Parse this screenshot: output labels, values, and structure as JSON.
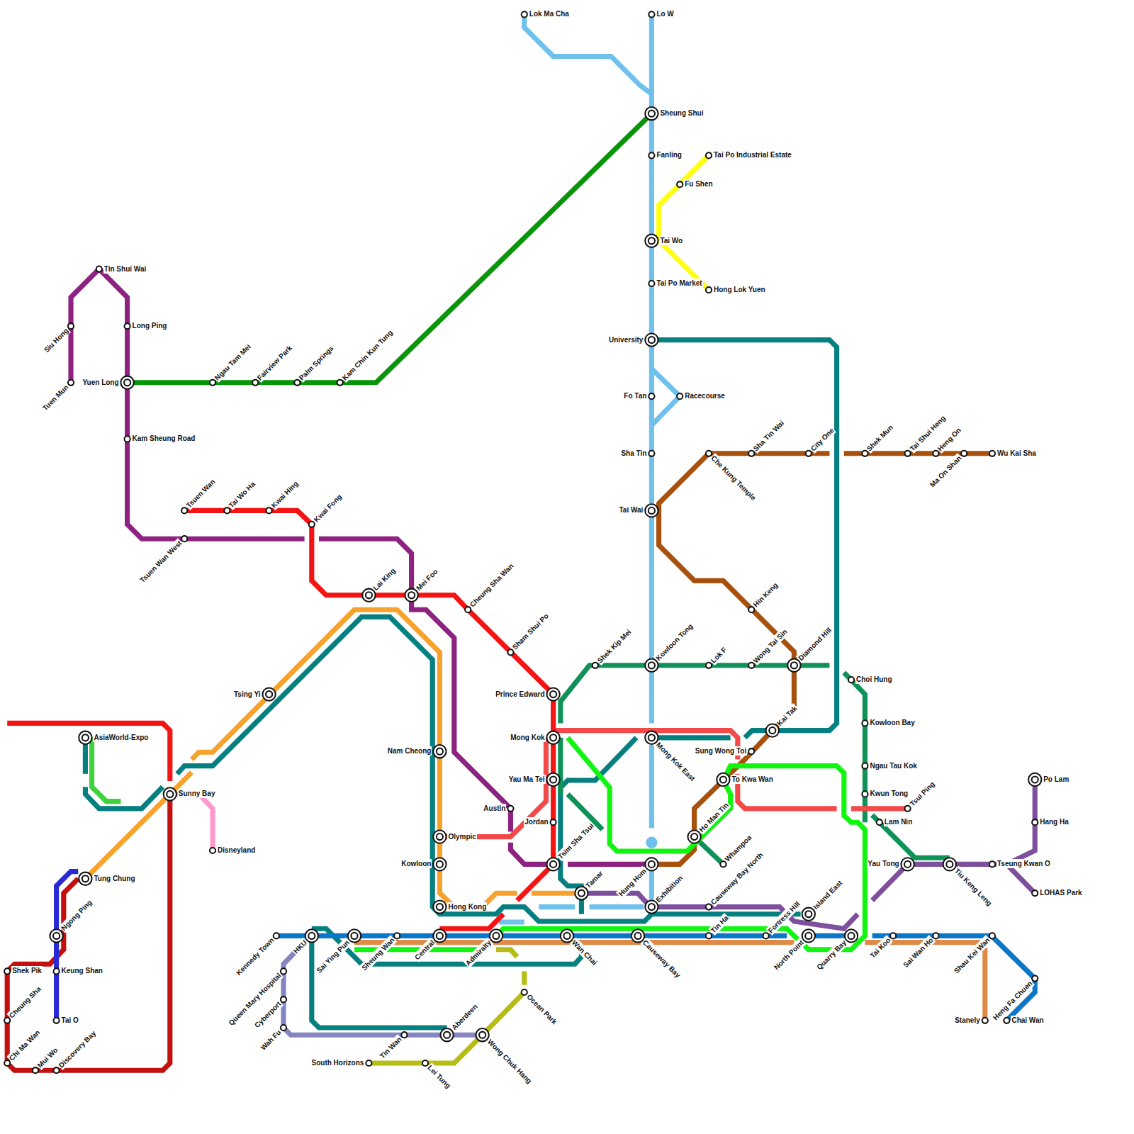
{
  "diagram": {
    "labels": [
      "Lok Ma Cha",
      "Lo W",
      "Sheung Shui",
      "Fanling",
      "Tai Po Industrial Estate",
      "Fu Shen",
      "Tai Wo",
      "Tai Po Market",
      "Hong Lok Yuen",
      "University",
      "Fo Tan",
      "Racecourse",
      "Sha Tin",
      "Tai Wai",
      "Che Kung Temple",
      "Sha Tin Wai",
      "City One",
      "Shek Mun",
      "Tai Shui Heng",
      "Heng On",
      "Ma On Shan",
      "Wu Kai Sha",
      "Tin Shui Wai",
      "Siu Hong",
      "Long Ping",
      "Tuen Mun",
      "Yuen Long",
      "Ngau Tam Mei",
      "Fairview Park",
      "Palm Springs",
      "Kam Chin Kun Tung",
      "Kam Sheung Road",
      "Tsuen Wan",
      "Tai Wo Ha",
      "Kwai Hing",
      "Kwai Fong",
      "Tsuen Wan West",
      "Lai King",
      "Mei Foo",
      "Cheung Sha Wan",
      "Sham Shui Po",
      "Shek Kip Mei",
      "Kowloon Tong",
      "Lok F",
      "Wong Tai Sin",
      "Diamond Hill",
      "Hin Keng",
      "Choi Hung",
      "Prince Edward",
      "Tsing Yi",
      "AsiaWorld-Expo",
      "Mong Kok",
      "Mong Kok East",
      "Kai Tak",
      "Sung Wong Toi",
      "Kowloon Bay",
      "Nam Cheong",
      "Ngau Tau Kok",
      "To Kwa Wan",
      "Yau Ma Tei",
      "Kwun Tong",
      "Sunny Bay",
      "Tsui Ping",
      "Austin",
      "Lam Nin",
      "Jordan",
      "Ho Man Tin",
      "Olympic",
      "Tsim Sha Tsui",
      "Whampoa",
      "Disneyland",
      "Kowloon",
      "Hung Hom",
      "Yau Tong",
      "Tiu Keng Leng",
      "Tseung Kwan O",
      "Po Lam",
      "Hang Ha",
      "LOHAS Park",
      "Tung Chung",
      "Tamar",
      "Exhibition",
      "Causeway Bay North",
      "Hong Kong",
      "Island East",
      "Ngong Ping",
      "Kennedy Town",
      "HKU",
      "Sai Ying Pun",
      "Sheung Wan",
      "Central",
      "Admiralty",
      "Wan Chai",
      "Causeway Bay",
      "Tin Ha",
      "Fortress Hill",
      "North Point",
      "Quarry Bay",
      "Tai Koo",
      "Sai Wan Ho",
      "Shau Kei Wan",
      "Heng Fa Chuen",
      "Chai Wan",
      "Stanely",
      "Shek Pik",
      "Keung Shan",
      "Queen Mary Hospital",
      "Cheung Sha",
      "Tai O",
      "Cyberport",
      "Wah Fu",
      "Aberdeen",
      "Tin Wan",
      "Wong Chuk Hang",
      "Ocean Park",
      "Chi Ma Wan",
      "Mui Wo",
      "Discovery Bay",
      "South Horizons",
      "Lei Tung"
    ]
  }
}
